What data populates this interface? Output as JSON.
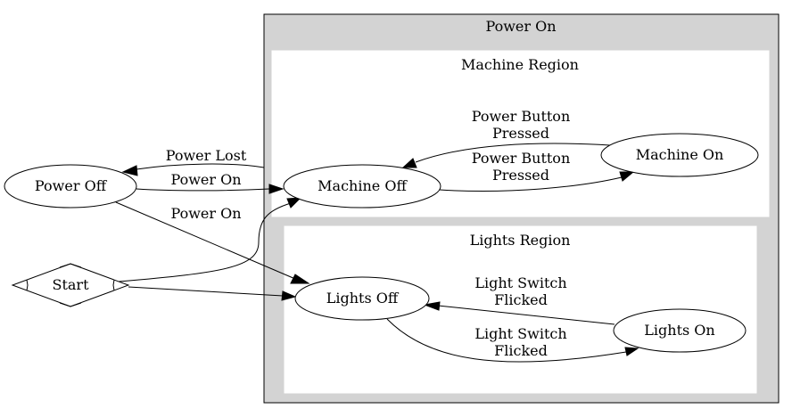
{
  "clusters": {
    "power_on": "Power On",
    "machine_region": "Machine Region",
    "lights_region": "Lights Region"
  },
  "nodes": {
    "power_off": "Power Off",
    "start": "Start",
    "machine_off": "Machine Off",
    "machine_on": "Machine On",
    "lights_off": "Lights Off",
    "lights_on": "Lights On"
  },
  "edges": {
    "power_lost": "Power Lost",
    "power_on_machine": "Power On",
    "power_on_lights": "Power On",
    "machine_on_to_off": [
      "Power Button",
      "Pressed"
    ],
    "machine_off_to_on": [
      "Power Button",
      "Pressed"
    ],
    "lights_on_to_off": [
      "Light Switch",
      "Flicked"
    ],
    "lights_off_to_on": [
      "Light Switch",
      "Flicked"
    ]
  },
  "colors": {
    "outer_cluster_fill": "#d3d3d3",
    "region_fill": "#ffffff",
    "stroke": "#000000"
  }
}
